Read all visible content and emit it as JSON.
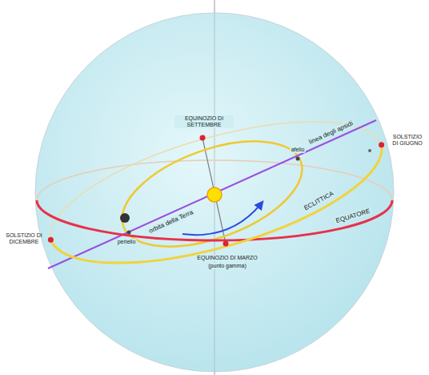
{
  "diagram": {
    "labels": [
      "EQUINOZIO DI SETTEMBRE",
      "SOLSTIZIO DI GIUGNO",
      "linea degli apsidi",
      "afelio",
      "SOLSTIZIO DI DICEMBRE",
      "perielio",
      "orbita della Terra",
      "ECLITTICA",
      "EQUATORE",
      "EQUINOZIO DI MARZO",
      "(punto gamma)"
    ]
  }
}
